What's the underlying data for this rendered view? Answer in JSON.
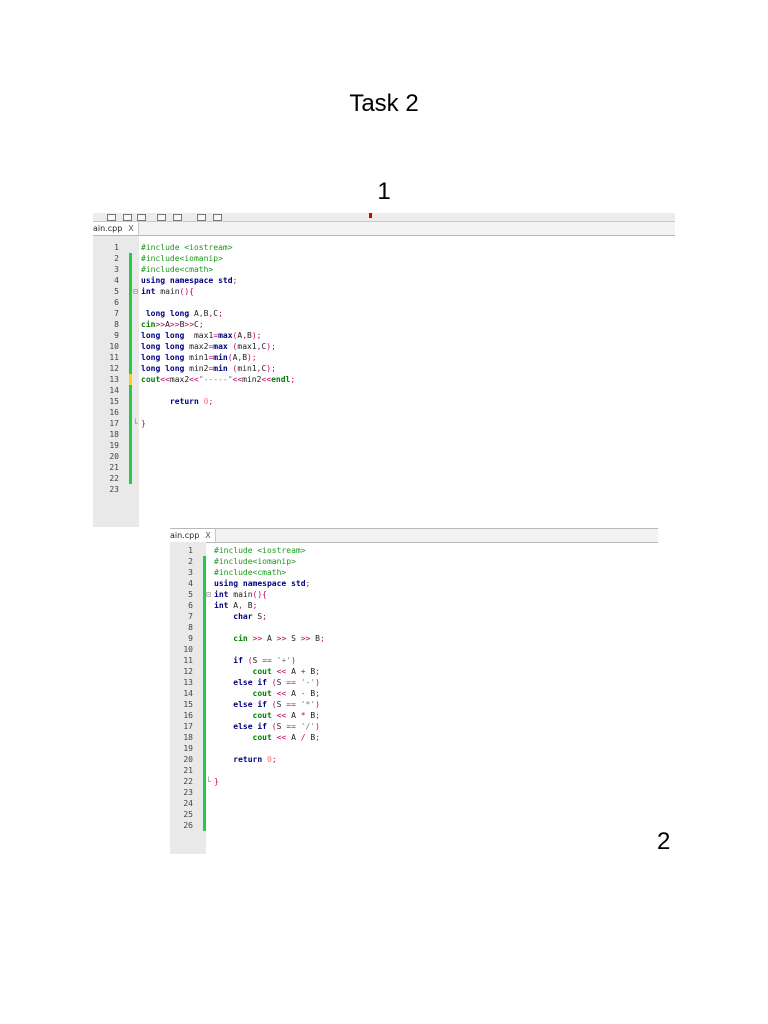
{
  "doc": {
    "title": "Task 2",
    "label1": "1",
    "label2": "2"
  },
  "shot1": {
    "tab_label": "ain.cpp",
    "tab_close": "X",
    "lines": [
      {
        "n": "1",
        "mark": "none",
        "fold": "",
        "segs": [
          {
            "t": "#include <iostream>",
            "c": "pre"
          }
        ]
      },
      {
        "n": "2",
        "mark": "green",
        "fold": "",
        "segs": [
          {
            "t": "#include<iomanip>",
            "c": "pre"
          }
        ]
      },
      {
        "n": "3",
        "mark": "green",
        "fold": "",
        "segs": [
          {
            "t": "#include<cmath>",
            "c": "pre"
          }
        ]
      },
      {
        "n": "4",
        "mark": "green",
        "fold": "",
        "segs": [
          {
            "t": "using namespace std",
            "c": "kw"
          },
          {
            "t": ";",
            "c": "op"
          }
        ]
      },
      {
        "n": "5",
        "mark": "green",
        "fold": "⊟",
        "segs": [
          {
            "t": "int",
            "c": "kw"
          },
          {
            "t": " main",
            "c": "txt"
          },
          {
            "t": "(){",
            "c": "op"
          }
        ]
      },
      {
        "n": "6",
        "mark": "green",
        "fold": "",
        "segs": []
      },
      {
        "n": "7",
        "mark": "green",
        "fold": "",
        "segs": [
          {
            "t": " long long",
            "c": "kw"
          },
          {
            "t": " A",
            "c": "txt"
          },
          {
            "t": ",",
            "c": "op"
          },
          {
            "t": "B",
            "c": "txt"
          },
          {
            "t": ",",
            "c": "op"
          },
          {
            "t": "C",
            "c": "txt"
          },
          {
            "t": ";",
            "c": "op"
          }
        ]
      },
      {
        "n": "8",
        "mark": "green",
        "fold": "",
        "segs": [
          {
            "t": "cin",
            "c": "grn"
          },
          {
            "t": ">>",
            "c": "op"
          },
          {
            "t": "A",
            "c": "txt"
          },
          {
            "t": ">>",
            "c": "op"
          },
          {
            "t": "B",
            "c": "txt"
          },
          {
            "t": ">>",
            "c": "op"
          },
          {
            "t": "C",
            "c": "txt"
          },
          {
            "t": ";",
            "c": "op"
          }
        ]
      },
      {
        "n": "9",
        "mark": "green",
        "fold": "",
        "segs": [
          {
            "t": "long long",
            "c": "kw"
          },
          {
            "t": "  max1",
            "c": "txt"
          },
          {
            "t": "=",
            "c": "op"
          },
          {
            "t": "max",
            "c": "kw"
          },
          {
            "t": "(",
            "c": "op"
          },
          {
            "t": "A",
            "c": "txt"
          },
          {
            "t": ",",
            "c": "op"
          },
          {
            "t": "B",
            "c": "txt"
          },
          {
            "t": ");",
            "c": "op"
          }
        ]
      },
      {
        "n": "10",
        "mark": "green",
        "fold": "",
        "segs": [
          {
            "t": "long long",
            "c": "kw"
          },
          {
            "t": " max2",
            "c": "txt"
          },
          {
            "t": "=",
            "c": "op"
          },
          {
            "t": "max",
            "c": "kw"
          },
          {
            "t": " (",
            "c": "op"
          },
          {
            "t": "max1",
            "c": "txt"
          },
          {
            "t": ",",
            "c": "op"
          },
          {
            "t": "C",
            "c": "txt"
          },
          {
            "t": ");",
            "c": "op"
          }
        ]
      },
      {
        "n": "11",
        "mark": "green",
        "fold": "",
        "segs": [
          {
            "t": "long long",
            "c": "kw"
          },
          {
            "t": " min1",
            "c": "txt"
          },
          {
            "t": "=",
            "c": "op"
          },
          {
            "t": "min",
            "c": "kw"
          },
          {
            "t": "(",
            "c": "op"
          },
          {
            "t": "A",
            "c": "txt"
          },
          {
            "t": ",",
            "c": "op"
          },
          {
            "t": "B",
            "c": "txt"
          },
          {
            "t": ");",
            "c": "op"
          }
        ]
      },
      {
        "n": "12",
        "mark": "green",
        "fold": "",
        "segs": [
          {
            "t": "long long",
            "c": "kw"
          },
          {
            "t": " min2",
            "c": "txt"
          },
          {
            "t": "=",
            "c": "op"
          },
          {
            "t": "min",
            "c": "kw"
          },
          {
            "t": " (",
            "c": "op"
          },
          {
            "t": "min1",
            "c": "txt"
          },
          {
            "t": ",",
            "c": "op"
          },
          {
            "t": "C",
            "c": "txt"
          },
          {
            "t": ");",
            "c": "op"
          }
        ]
      },
      {
        "n": "13",
        "mark": "yellow",
        "fold": "",
        "segs": [
          {
            "t": "cout",
            "c": "grn"
          },
          {
            "t": "<<",
            "c": "op"
          },
          {
            "t": "max2",
            "c": "txt"
          },
          {
            "t": "<<",
            "c": "op"
          },
          {
            "t": "\"-----\"",
            "c": "str"
          },
          {
            "t": "<<",
            "c": "op"
          },
          {
            "t": "min2",
            "c": "txt"
          },
          {
            "t": "<<",
            "c": "op"
          },
          {
            "t": "endl",
            "c": "grn"
          },
          {
            "t": ";",
            "c": "op"
          }
        ]
      },
      {
        "n": "14",
        "mark": "green",
        "fold": "",
        "segs": []
      },
      {
        "n": "15",
        "mark": "green",
        "fold": "",
        "segs": [
          {
            "t": "      return",
            "c": "kw"
          },
          {
            "t": " 0",
            "c": "num"
          },
          {
            "t": ";",
            "c": "op"
          }
        ]
      },
      {
        "n": "16",
        "mark": "green",
        "fold": "",
        "segs": []
      },
      {
        "n": "17",
        "mark": "green",
        "fold": "└",
        "segs": [
          {
            "t": "}",
            "c": "op"
          }
        ]
      },
      {
        "n": "18",
        "mark": "green",
        "fold": "",
        "segs": []
      },
      {
        "n": "19",
        "mark": "green",
        "fold": "",
        "segs": []
      },
      {
        "n": "20",
        "mark": "green",
        "fold": "",
        "segs": []
      },
      {
        "n": "21",
        "mark": "green",
        "fold": "",
        "segs": []
      },
      {
        "n": "22",
        "mark": "green",
        "fold": "",
        "segs": []
      },
      {
        "n": "23",
        "mark": "none",
        "fold": "",
        "segs": []
      }
    ]
  },
  "shot2": {
    "tab_label": "ain.cpp",
    "tab_close": "X",
    "lines": [
      {
        "n": "1",
        "mark": "none",
        "fold": "",
        "segs": [
          {
            "t": "#include <iostream>",
            "c": "pre"
          }
        ]
      },
      {
        "n": "2",
        "mark": "green",
        "fold": "",
        "segs": [
          {
            "t": "#include<iomanip>",
            "c": "pre"
          }
        ]
      },
      {
        "n": "3",
        "mark": "green",
        "fold": "",
        "segs": [
          {
            "t": "#include<cmath>",
            "c": "pre"
          }
        ]
      },
      {
        "n": "4",
        "mark": "green",
        "fold": "",
        "segs": [
          {
            "t": "using namespace std",
            "c": "kw"
          },
          {
            "t": ";",
            "c": "op"
          }
        ]
      },
      {
        "n": "5",
        "mark": "green",
        "fold": "⊟",
        "segs": [
          {
            "t": "int",
            "c": "kw"
          },
          {
            "t": " main",
            "c": "txt"
          },
          {
            "t": "(){",
            "c": "op"
          }
        ]
      },
      {
        "n": "6",
        "mark": "green",
        "fold": "",
        "segs": [
          {
            "t": "int",
            "c": "kw"
          },
          {
            "t": " A",
            "c": "txt"
          },
          {
            "t": ",",
            "c": "op"
          },
          {
            "t": " B",
            "c": "txt"
          },
          {
            "t": ";",
            "c": "op"
          }
        ]
      },
      {
        "n": "7",
        "mark": "green",
        "fold": "",
        "segs": [
          {
            "t": "    char",
            "c": "kw"
          },
          {
            "t": " S",
            "c": "txt"
          },
          {
            "t": ";",
            "c": "op"
          }
        ]
      },
      {
        "n": "8",
        "mark": "green",
        "fold": "",
        "segs": []
      },
      {
        "n": "9",
        "mark": "green",
        "fold": "",
        "segs": [
          {
            "t": "    cin",
            "c": "grn"
          },
          {
            "t": " >>",
            "c": "op"
          },
          {
            "t": " A ",
            "c": "txt"
          },
          {
            "t": ">>",
            "c": "op"
          },
          {
            "t": " S ",
            "c": "txt"
          },
          {
            "t": ">>",
            "c": "op"
          },
          {
            "t": " B",
            "c": "txt"
          },
          {
            "t": ";",
            "c": "op"
          }
        ]
      },
      {
        "n": "10",
        "mark": "green",
        "fold": "",
        "segs": []
      },
      {
        "n": "11",
        "mark": "green",
        "fold": "",
        "segs": [
          {
            "t": "    if",
            "c": "kw"
          },
          {
            "t": " (",
            "c": "op"
          },
          {
            "t": "S ",
            "c": "txt"
          },
          {
            "t": "==",
            "c": "op"
          },
          {
            "t": " '+'",
            "c": "str"
          },
          {
            "t": ")",
            "c": "op"
          }
        ]
      },
      {
        "n": "12",
        "mark": "green",
        "fold": "",
        "segs": [
          {
            "t": "        cout",
            "c": "grn"
          },
          {
            "t": " <<",
            "c": "op"
          },
          {
            "t": " A ",
            "c": "txt"
          },
          {
            "t": "+",
            "c": "op"
          },
          {
            "t": " B",
            "c": "txt"
          },
          {
            "t": ";",
            "c": "op"
          }
        ]
      },
      {
        "n": "13",
        "mark": "green",
        "fold": "",
        "segs": [
          {
            "t": "    else if",
            "c": "kw"
          },
          {
            "t": " (",
            "c": "op"
          },
          {
            "t": "S ",
            "c": "txt"
          },
          {
            "t": "==",
            "c": "op"
          },
          {
            "t": " '-'",
            "c": "str"
          },
          {
            "t": ")",
            "c": "op"
          }
        ]
      },
      {
        "n": "14",
        "mark": "green",
        "fold": "",
        "segs": [
          {
            "t": "        cout",
            "c": "grn"
          },
          {
            "t": " <<",
            "c": "op"
          },
          {
            "t": " A ",
            "c": "txt"
          },
          {
            "t": "-",
            "c": "op"
          },
          {
            "t": " B",
            "c": "txt"
          },
          {
            "t": ";",
            "c": "op"
          }
        ]
      },
      {
        "n": "15",
        "mark": "green",
        "fold": "",
        "segs": [
          {
            "t": "    else if",
            "c": "kw"
          },
          {
            "t": " (",
            "c": "op"
          },
          {
            "t": "S ",
            "c": "txt"
          },
          {
            "t": "==",
            "c": "op"
          },
          {
            "t": " '*'",
            "c": "str"
          },
          {
            "t": ")",
            "c": "op"
          }
        ]
      },
      {
        "n": "16",
        "mark": "green",
        "fold": "",
        "segs": [
          {
            "t": "        cout",
            "c": "grn"
          },
          {
            "t": " <<",
            "c": "op"
          },
          {
            "t": " A ",
            "c": "txt"
          },
          {
            "t": "*",
            "c": "op"
          },
          {
            "t": " B",
            "c": "txt"
          },
          {
            "t": ";",
            "c": "op"
          }
        ]
      },
      {
        "n": "17",
        "mark": "green",
        "fold": "",
        "segs": [
          {
            "t": "    else if",
            "c": "kw"
          },
          {
            "t": " (",
            "c": "op"
          },
          {
            "t": "S ",
            "c": "txt"
          },
          {
            "t": "==",
            "c": "op"
          },
          {
            "t": " '/'",
            "c": "str"
          },
          {
            "t": ")",
            "c": "op"
          }
        ]
      },
      {
        "n": "18",
        "mark": "green",
        "fold": "",
        "segs": [
          {
            "t": "        cout",
            "c": "grn"
          },
          {
            "t": " <<",
            "c": "op"
          },
          {
            "t": " A ",
            "c": "txt"
          },
          {
            "t": "/",
            "c": "op"
          },
          {
            "t": " B",
            "c": "txt"
          },
          {
            "t": ";",
            "c": "op"
          }
        ]
      },
      {
        "n": "19",
        "mark": "green",
        "fold": "",
        "segs": []
      },
      {
        "n": "20",
        "mark": "green",
        "fold": "",
        "segs": [
          {
            "t": "    return",
            "c": "kw"
          },
          {
            "t": " 0",
            "c": "num"
          },
          {
            "t": ";",
            "c": "op"
          }
        ]
      },
      {
        "n": "21",
        "mark": "green",
        "fold": "",
        "segs": []
      },
      {
        "n": "22",
        "mark": "green",
        "fold": "└",
        "segs": [
          {
            "t": "}",
            "c": "op"
          }
        ]
      },
      {
        "n": "23",
        "mark": "green",
        "fold": "",
        "segs": []
      },
      {
        "n": "24",
        "mark": "green",
        "fold": "",
        "segs": []
      },
      {
        "n": "25",
        "mark": "green",
        "fold": "",
        "segs": []
      },
      {
        "n": "26",
        "mark": "green",
        "fold": "",
        "segs": []
      }
    ]
  },
  "colors": {
    "change_green": "#22cc44",
    "change_yellow": "#ffd21a"
  }
}
